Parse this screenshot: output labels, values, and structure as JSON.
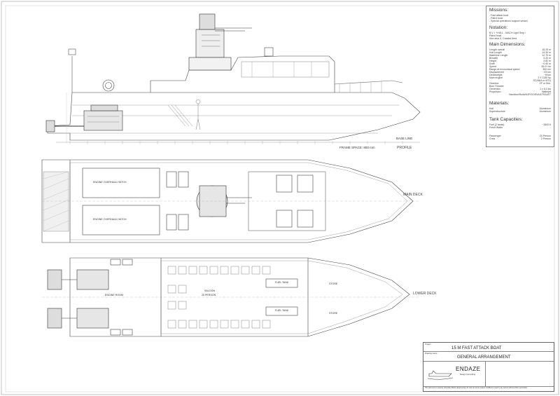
{
  "info_panel": {
    "missions_heading": "Missions:",
    "missions": [
      "- Fast attack boat",
      "- Patrol boat",
      "- Special operations support vessel"
    ],
    "notation_heading": "Notation:",
    "notation": [
      "B.V. I +HULL - MACH Light Ship /",
      "Patrol boat",
      "Sea area 4, Coastal Area"
    ],
    "dimensions_heading": "Main Dimensions:",
    "dimensions": [
      {
        "label": "Length overall",
        "value": "15.20 m"
      },
      {
        "label": "Hull Length",
        "value": "14.30 m"
      },
      {
        "label": "Waterline Length",
        "value": "12.70 m"
      },
      {
        "label": "Breadth",
        "value": "4.20 m"
      },
      {
        "label": "Height",
        "value": "2.82 m"
      },
      {
        "label": "Draft",
        "value": "~0.90 m"
      },
      {
        "label": "Speed",
        "value": "45.0+ kn"
      },
      {
        "label": "Range at economical speed",
        "value": "300 nm"
      },
      {
        "label": "Displacement",
        "value": "~23 ton"
      },
      {
        "label": "Deadweight",
        "value": "~8 ton"
      },
      {
        "label": "Main engine",
        "value": "2 X 1150 hp"
      },
      {
        "label": "",
        "value": "SCANIA or MTU"
      },
      {
        "label": "Gearbox",
        "value": "ZF or Sim."
      },
      {
        "label": "Bow Thruster",
        "value": "-"
      },
      {
        "label": "Generator",
        "value": "1 x 6,0 kw"
      },
      {
        "label": "Propulsion",
        "value": "Waterjet"
      },
      {
        "label": "",
        "value": "Hamilton/Rolls/MJP/DOEN/ULTRAJET"
      }
    ],
    "materials_heading": "Materials:",
    "materials": [
      {
        "label": "Hull",
        "value": "Aluminium"
      },
      {
        "label": "Superstructure",
        "value": "Aluminium"
      }
    ],
    "tanks_heading": "Tank Capacities:",
    "tanks": [
      {
        "label": "Fuel (2 tanks)",
        "value": "~2600 lt"
      },
      {
        "label": "Fresh Water",
        "value": "-"
      }
    ],
    "persons": [
      {
        "label": "Passenger",
        "value": "20 Person"
      },
      {
        "label": "Crew",
        "value": "2 Person"
      }
    ]
  },
  "drawings": {
    "profile_label": "PROFILE",
    "frame_space": "FRAME SPACE: 800 mm",
    "base_line": "BASE LINE",
    "main_deck_label": "MAIN DECK",
    "lower_deck_label": "LOWER DECK",
    "hatch_1": "ENGINE OVERHAUL HATCH",
    "hatch_2": "ENGINE OVERHAUL HATCH",
    "engine_room": "ENGINE ROOM",
    "saloon": "SALOON",
    "saloon_persons": "20 PERSON",
    "fuel_tank": "FUEL TANK",
    "store_1": "STORE",
    "store_2": "STORE"
  },
  "title_block": {
    "project_label": "Project :",
    "project": "15 M FAST ATTACK BOAT",
    "drawing_label": "Drawing name :",
    "drawing_name": "GENERAL ARRANGEMENT",
    "company": "ENDAZE",
    "company_sub": "Design Consulting",
    "footer": "This document is property of Endaze Marine Engineering Ltd. and can not be copied, modified or used by any person without written permission."
  }
}
